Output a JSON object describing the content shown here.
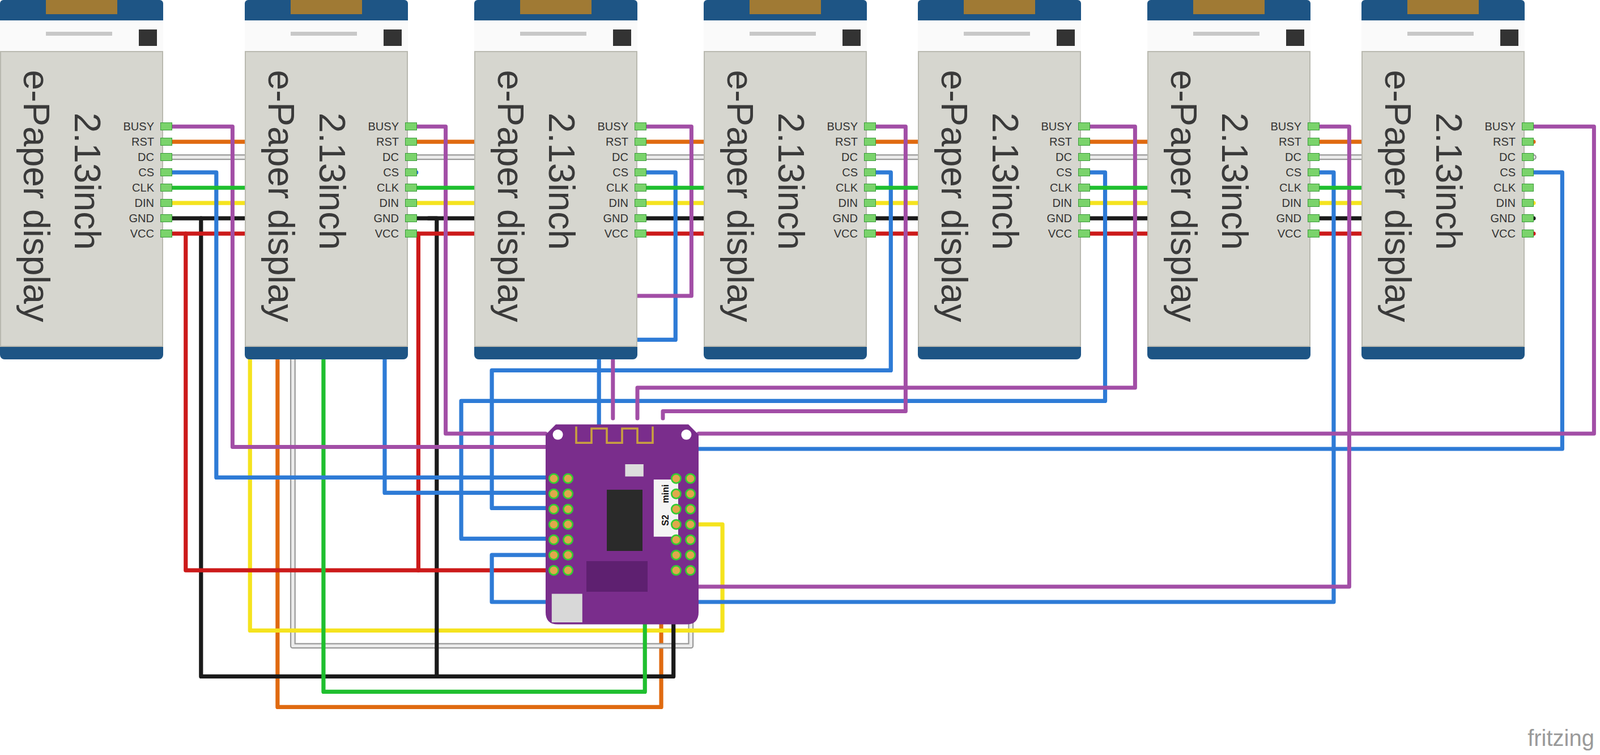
{
  "diagram": {
    "nodes": [
      {
        "text": [
          "2.13inch",
          "e-Paper display",
          "BUSY",
          "RST",
          "DC",
          "CS",
          "CLK",
          "DIN",
          "GND",
          "VCC"
        ]
      },
      {
        "text": [
          "2.13inch",
          "e-Paper display",
          "BUSY",
          "RST",
          "DC",
          "CS",
          "CLK",
          "DIN",
          "GND",
          "VCC"
        ]
      },
      {
        "text": [
          "2.13inch",
          "e-Paper display",
          "BUSY",
          "RST",
          "DC",
          "CS",
          "CLK",
          "DIN",
          "GND",
          "VCC"
        ]
      },
      {
        "text": [
          "2.13inch",
          "e-Paper display",
          "BUSY",
          "RST",
          "DC",
          "CS",
          "CLK",
          "DIN",
          "GND",
          "VCC"
        ]
      },
      {
        "text": [
          "2.13inch",
          "e-Paper display",
          "BUSY",
          "RST",
          "DC",
          "CS",
          "CLK",
          "DIN",
          "GND",
          "VCC"
        ]
      },
      {
        "text": [
          "2.13inch",
          "e-Paper display",
          "BUSY",
          "RST",
          "DC",
          "CS",
          "CLK",
          "DIN",
          "GND",
          "VCC"
        ]
      },
      {
        "text": [
          "2.13inch",
          "e-Paper display",
          "BUSY",
          "RST",
          "DC",
          "CS",
          "CLK",
          "DIN",
          "GND",
          "VCC"
        ]
      },
      {
        "text": [
          "S2",
          "mini"
        ]
      }
    ],
    "edges": [
      {
        "from": 0,
        "to": 7,
        "arrow": "none"
      },
      {
        "from": 1,
        "to": 7,
        "arrow": "none"
      },
      {
        "from": 2,
        "to": 7,
        "arrow": "none"
      },
      {
        "from": 3,
        "to": 7,
        "arrow": "none"
      },
      {
        "from": 4,
        "to": 7,
        "arrow": "none"
      },
      {
        "from": 5,
        "to": 7,
        "arrow": "none"
      },
      {
        "from": 6,
        "to": 7,
        "arrow": "none"
      },
      {
        "from": 0,
        "to": 1,
        "arrow": "none"
      },
      {
        "from": 1,
        "to": 2,
        "arrow": "none"
      },
      {
        "from": 2,
        "to": 3,
        "arrow": "none"
      },
      {
        "from": 3,
        "to": 4,
        "arrow": "none"
      },
      {
        "from": 4,
        "to": 5,
        "arrow": "none"
      },
      {
        "from": 5,
        "to": 6,
        "arrow": "none"
      }
    ],
    "labels": [
      "fritzing"
    ]
  }
}
